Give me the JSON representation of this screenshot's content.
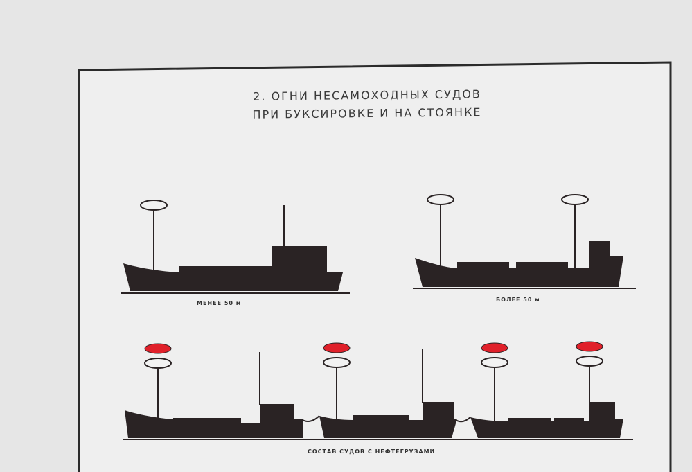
{
  "diagram": {
    "title_line1": "2. ОГНИ НЕСАМОХОДНЫХ СУДОВ",
    "title_line2": "ПРИ БУКСИРОВКЕ И НА СТОЯНКЕ",
    "caption_less": "МЕНЕЕ 50 м",
    "caption_more": "БОЛЕЕ 50 м",
    "caption_convoy": "СОСТАВ СУДОВ С НЕФТЕГРУЗАМИ"
  },
  "colors": {
    "hull": "#2a2324",
    "red_light": "#e0202a",
    "frame": "#2b2b2b",
    "paper": "#efefef",
    "white_light": "#f2f2f2"
  },
  "icons": [
    "ship-silhouette",
    "white-masthead-light",
    "red-cargo-light",
    "towline"
  ]
}
